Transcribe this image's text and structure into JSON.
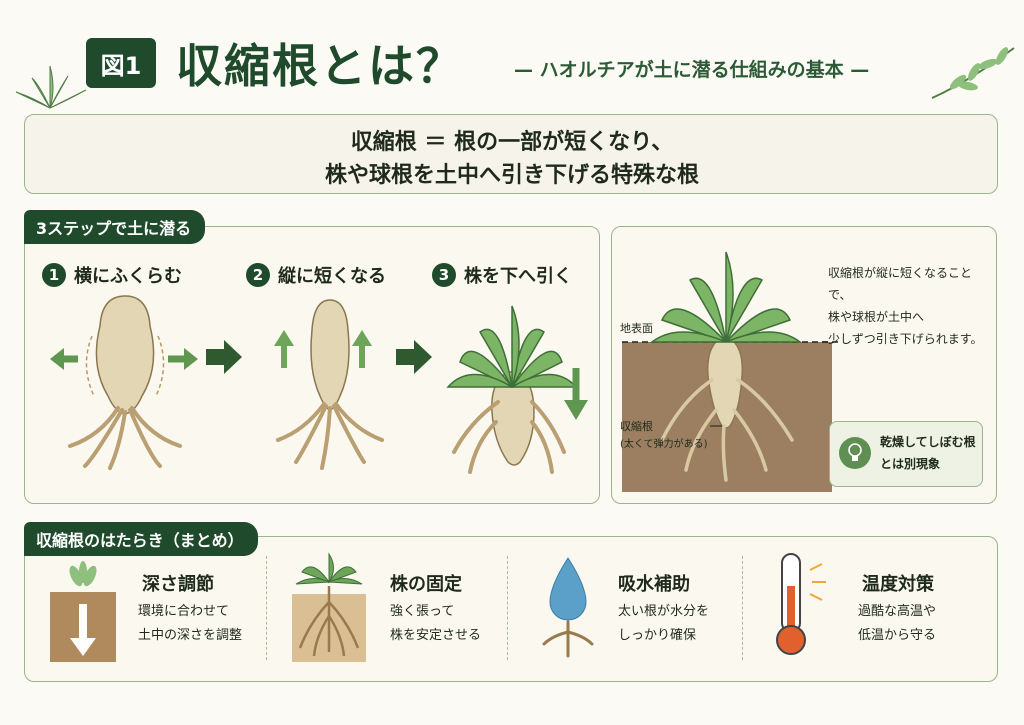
{
  "header": {
    "badge": "図1",
    "title": "収縮根とは？",
    "subtitle": "— ハオルチアが土に潜る仕組みの基本 —"
  },
  "definition": {
    "line1": "収縮根 ＝ 根の一部が短くなり、",
    "line2": "株や球根を土中へ引き下げる特殊な根"
  },
  "steps": {
    "tab": "3ステップで土に潜る",
    "items": [
      {
        "num": "1",
        "label": "横にふくらむ"
      },
      {
        "num": "2",
        "label": "縦に短くなる"
      },
      {
        "num": "3",
        "label": "株を下へ引く"
      }
    ]
  },
  "diagram": {
    "caption_lines": [
      "収縮根が縦に短くなることで、",
      "株や球根が土中へ",
      "少しずつ引き下げられます。"
    ],
    "ground_label": "地表面",
    "root_label": "収縮根",
    "root_sub": "(太くて弾力がある)",
    "note_line1": "乾燥してしぼむ根",
    "note_line2": "とは別現象"
  },
  "summary": {
    "tab": "収縮根のはたらき（まとめ）",
    "items": [
      {
        "title": "深さ調節",
        "desc1": "環境に合わせて",
        "desc2": "土中の深さを調整"
      },
      {
        "title": "株の固定",
        "desc1": "強く張って",
        "desc2": "株を安定させる"
      },
      {
        "title": "吸水補助",
        "desc1": "太い根が水分を",
        "desc2": "しっかり確保"
      },
      {
        "title": "温度対策",
        "desc1": "過酷な高温や",
        "desc2": "低温から守る"
      }
    ]
  },
  "colors": {
    "primary": "#1f4a2c",
    "accent_leaf": "#6ea55a",
    "root": "#d9c9a3",
    "soil": "#8a6a47",
    "water": "#5aa0c8",
    "thermo": "#e0612d"
  }
}
